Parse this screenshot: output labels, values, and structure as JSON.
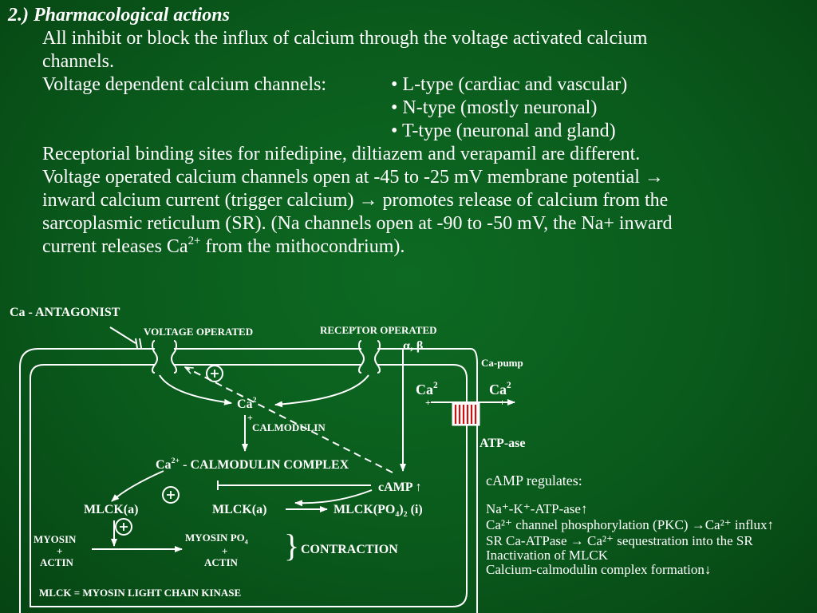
{
  "colors": {
    "background": "#0a5a1c",
    "text": "#ffffff",
    "pump_stripe": "#cc1111"
  },
  "slide": {
    "heading": "2.) Pharmacological actions",
    "para1_line1": "All inhibit or block the influx of calcium through the voltage activated calcium",
    "para1_line2": "channels.",
    "channels_label": "Voltage dependent calcium channels:",
    "channel_types": [
      "• L-type (cardiac and vascular)",
      "• N-type (mostly neuronal)",
      "• T-type (neuronal and gland)"
    ],
    "para2": "Receptorial binding sites for nifedipine, diltiazem and verapamil are different.",
    "para3_line1": "Voltage operated calcium channels open at -45 to -25 mV membrane potential →",
    "para3_line2": "inward calcium current (trigger calcium) → promotes release of calcium from the",
    "para3_line3": "sarcoplasmic reticulum (SR). (Na channels open at -90 to -50 mV, the Na+ inward",
    "para3_line4_pre": "current releases Ca",
    "para3_line4_sup": "2+",
    "para3_line4_post": " from the mithocondrium)."
  },
  "diagram": {
    "ca_antagonist": "Ca - ANTAGONIST",
    "voltage_operated": "VOLTAGE OPERATED",
    "receptor_operated": "RECEPTOR OPERATED",
    "alpha_beta": "α, β",
    "ca_pump": "Ca-pump",
    "ca_inside": "Ca",
    "ca_inside_sup": "2",
    "ca_outside": "Ca",
    "ca_outside_sup": "2",
    "plus": "+",
    "atp_ase": "ATP-ase",
    "ca_center": "Ca",
    "ca_center_sup": "2",
    "calmodulin": "CALMODULIN",
    "complex_pre": "Ca",
    "complex_sup": "2+",
    "complex_post": " - CALMODULIN COMPLEX",
    "camp": "cAMP ↑",
    "mlck_a1": "MLCK(a)",
    "mlck_a2": "MLCK(a)",
    "mlck_po4_pre": "MLCK(PO",
    "mlck_po4_sub1": "4",
    "mlck_po4_mid": ")",
    "mlck_po4_sub2": "2",
    "mlck_po4_post": " (i)",
    "myosin": "MYOSIN",
    "actin": "ACTIN",
    "myosin_po4": "MYOSIN PO",
    "myosin_po4_sub": "4",
    "actin2": "ACTIN",
    "contraction": "CONTRACTION",
    "footnote": "MLCK = MYOSIN LIGHT CHAIN KINASE"
  },
  "camp_box": {
    "title": "cAMP regulates:",
    "l1": "Na⁺-K⁺-ATP-ase↑",
    "l2": "Ca²⁺ channel phosphorylation (PKC) →Ca²⁺ influx↑",
    "l3": "SR Ca-ATPase → Ca²⁺ sequestration  into the SR",
    "l4": "Inactivation of MLCK",
    "l5": "Calcium-calmodulin complex formation↓"
  }
}
